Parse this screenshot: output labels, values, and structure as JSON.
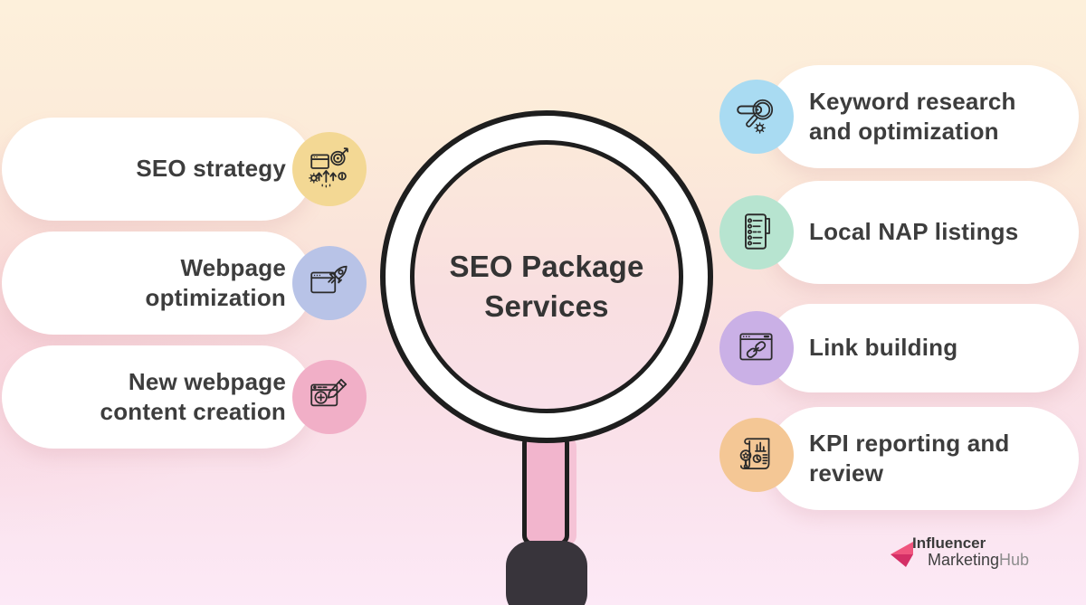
{
  "title": {
    "text": "SEO Package Services"
  },
  "left_items": [
    {
      "label": "SEO strategy",
      "icon": "target-growth-icon",
      "circle_color": "#f3d894"
    },
    {
      "label": "Webpage optimization",
      "icon": "webpage-rocket-icon",
      "circle_color": "#b8c3e7"
    },
    {
      "label": "New webpage content creation",
      "icon": "webpage-create-icon",
      "circle_color": "#f1afc7"
    }
  ],
  "right_items": [
    {
      "label": "Keyword research and optimization",
      "icon": "keyword-search-icon",
      "circle_color": "#a9dbf2"
    },
    {
      "label": "Local NAP listings",
      "icon": "listings-checklist-icon",
      "circle_color": "#b7e4d0"
    },
    {
      "label": "Link building",
      "icon": "link-chain-icon",
      "circle_color": "#cab0e6"
    },
    {
      "label": "KPI reporting and review",
      "icon": "kpi-report-icon",
      "circle_color": "#f4c795"
    }
  ],
  "logo": {
    "line1": "Influencer",
    "line2_dark": "Marketing",
    "line2_light": "Hub",
    "arrow_light": "#f0557e",
    "arrow_dark": "#d42f66"
  },
  "colors": {
    "background_top": "#fdf0db",
    "background_middle": "#f9dee2",
    "background_bottom": "#fce9f6",
    "pill": "#ffffff",
    "label_text": "#3d3d3d",
    "outline": "#1e1e1e",
    "handle_pink": "#f2b5cd",
    "grip_dark": "#38343b"
  }
}
